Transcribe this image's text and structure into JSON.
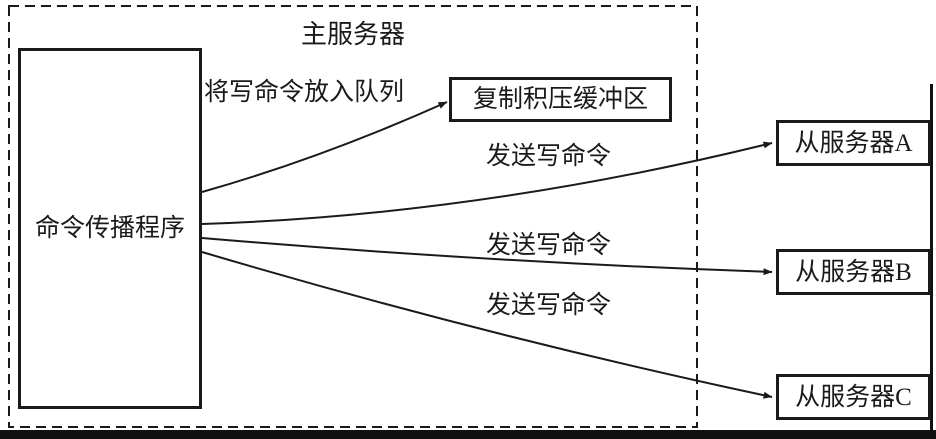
{
  "diagram": {
    "master_region_label": "主服务器",
    "propagator_label": "命令传播程序",
    "queue_arrow_label": "将写命令放入队列",
    "backlog_label": "复制积压缓冲区",
    "send_labels": [
      "发送写命令",
      "发送写命令",
      "发送写命令"
    ],
    "slaves": [
      {
        "label": "从服务器A"
      },
      {
        "label": "从服务器B"
      },
      {
        "label": "从服务器C"
      }
    ]
  },
  "colors": {
    "line": "#1a1a1a",
    "background": "#ffffff"
  }
}
